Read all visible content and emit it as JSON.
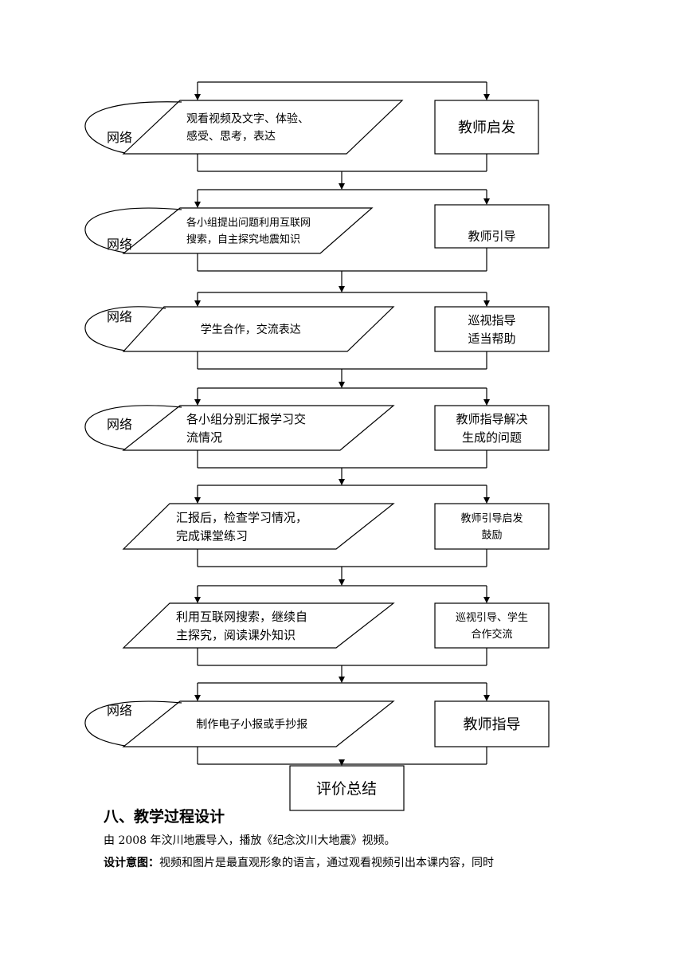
{
  "flowchart": {
    "stages": [
      {
        "network_label": "网络",
        "student_lines": [
          "观看视频及文字、体验、",
          "感受、思考，表达"
        ],
        "teacher_lines": [
          "教师启发"
        ]
      },
      {
        "network_label": "网络",
        "student_lines": [
          "各小组提出问题利用互联网",
          "搜索，自主探究地震知识"
        ],
        "teacher_lines": [
          "教师引导"
        ]
      },
      {
        "network_label": "网络",
        "student_lines": [
          "学生合作，交流表达"
        ],
        "teacher_lines": [
          "巡视指导",
          "适当帮助"
        ]
      },
      {
        "network_label": "网络",
        "student_lines": [
          "各小组分别汇报学习交",
          "流情况"
        ],
        "teacher_lines": [
          "教师指导解决",
          "生成的问题"
        ]
      },
      {
        "network_label": "",
        "student_lines": [
          "汇报后，检查学习情况，",
          "完成课堂练习"
        ],
        "teacher_lines": [
          "教师引导启发",
          "鼓励"
        ]
      },
      {
        "network_label": "",
        "student_lines": [
          "利用互联网搜索，继续自",
          "主探究，阅读课外知识"
        ],
        "teacher_lines": [
          "巡视引导、学生",
          "合作交流"
        ]
      },
      {
        "network_label": "网络",
        "student_lines": [
          "制作电子小报或手抄报"
        ],
        "teacher_lines": [
          "教师指导"
        ]
      }
    ],
    "final_box": "评价总结"
  },
  "section": {
    "heading": "八、教学过程设计",
    "paragraph1": "由 2008 年汶川地震导入，播放《纪念汶川大地震》视频。",
    "design_label": "设计意图：",
    "design_text": "视频和图片是最直观形象的语言，通过观看视频引出本课内容，同时"
  }
}
